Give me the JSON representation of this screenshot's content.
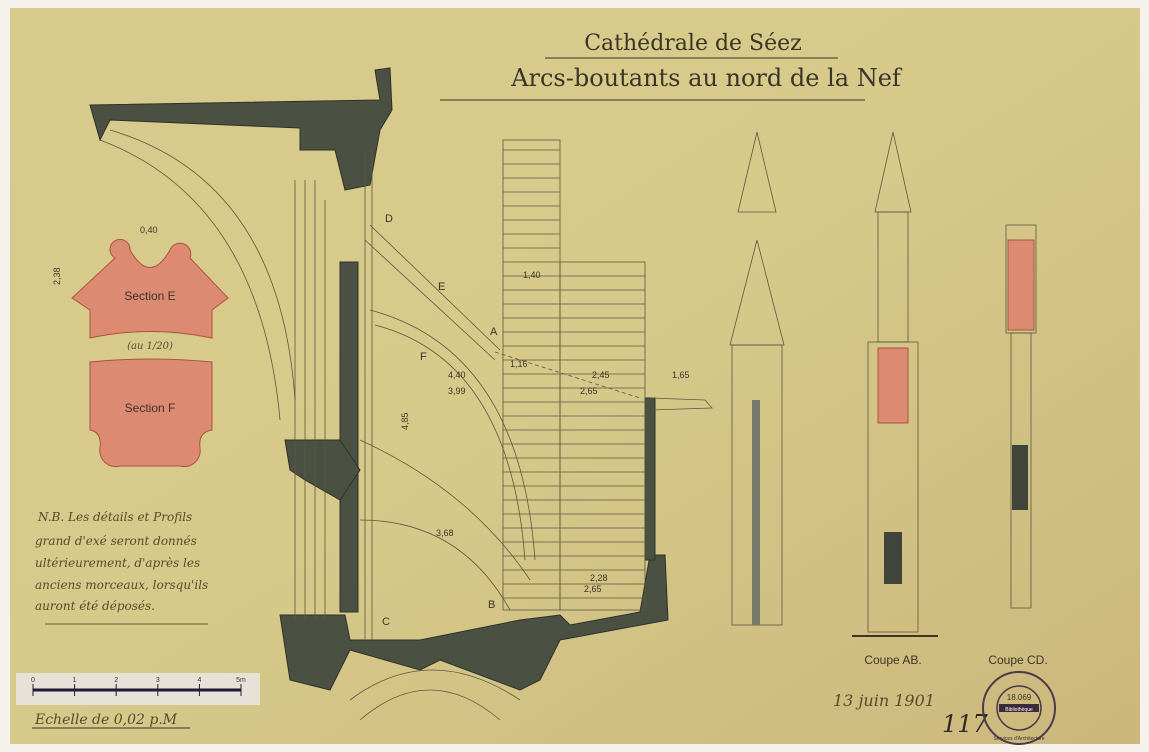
{
  "title": {
    "line1": "Cathédrale de Séez",
    "line2": "Arcs-boutants au nord de la Nef"
  },
  "sections": {
    "section_e": "Section E",
    "section_f": "Section F",
    "scale_note": "(au 1/20)"
  },
  "letters": {
    "a": "A",
    "b": "B",
    "c": "C",
    "d": "D",
    "e": "E",
    "f": "F"
  },
  "dimensions": {
    "d1": "4,40",
    "d2": "3,99",
    "d3": "1,16",
    "d4": "2,45",
    "d5": "2,65",
    "d6": "1,65",
    "d7": "3,68",
    "d8": "2,28",
    "d9": "2,65",
    "d10": "4,85",
    "d11": "1,40",
    "d12": "0,40",
    "d13": "2,38"
  },
  "note": {
    "lines": [
      "N.B. Les détails et Profils",
      "grand d'exé seront donnés",
      "ultérieurement, d'après les",
      "anciens morceaux, lorsqu'ils",
      "auront été déposés."
    ]
  },
  "scale_bar": {
    "ticks": [
      "0",
      "1",
      "2",
      "3",
      "4",
      "5m"
    ],
    "caption": "Echelle de 0,02 p.M"
  },
  "cuts": {
    "ab": "Coupe AB.",
    "cd": "Coupe CD."
  },
  "annotations": {
    "date": "13 juin 1901",
    "number": "117",
    "stamp_number": "18.069",
    "stamp_text": "Services d'Architecture",
    "stamp_center": "Bibliothèque"
  },
  "colors": {
    "paper": "#d8c98a",
    "ink": "#4b5142",
    "section": "#dd8a72"
  }
}
